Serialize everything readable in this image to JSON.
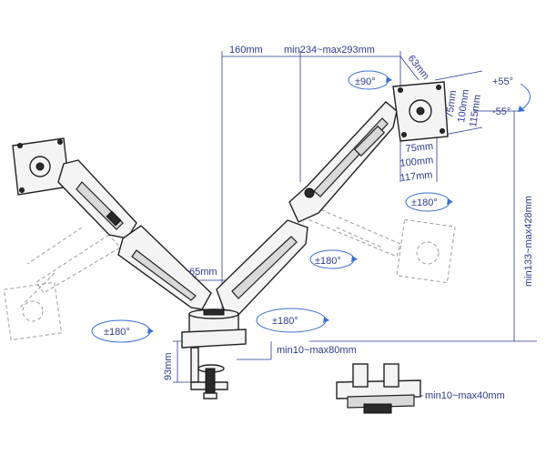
{
  "dimensions": {
    "d160": "160mm",
    "reach": "min234~max293mm",
    "d63": "63mm",
    "v75": "75mm",
    "v100": "100mm",
    "v115": "115mm",
    "h75": "75mm",
    "h100": "100mm",
    "h117": "117mm",
    "d65": "65mm",
    "height": "min133~max428mm",
    "d93": "93mm",
    "clamp": "min10~max80mm",
    "grommet": "min10~max40mm"
  },
  "rotations": {
    "rot90": "±90°",
    "tilt_up": "+55°",
    "tilt_down": "-55°",
    "swivel_monitor": "±180°",
    "swivel_elbow": "±180°",
    "swivel_base_left": "±180°",
    "swivel_base_right": "±180°"
  },
  "colors": {
    "dimension_text": "#2d3a8c",
    "rotation_arrow": "#3b6fd0",
    "part_outline": "#222222"
  }
}
